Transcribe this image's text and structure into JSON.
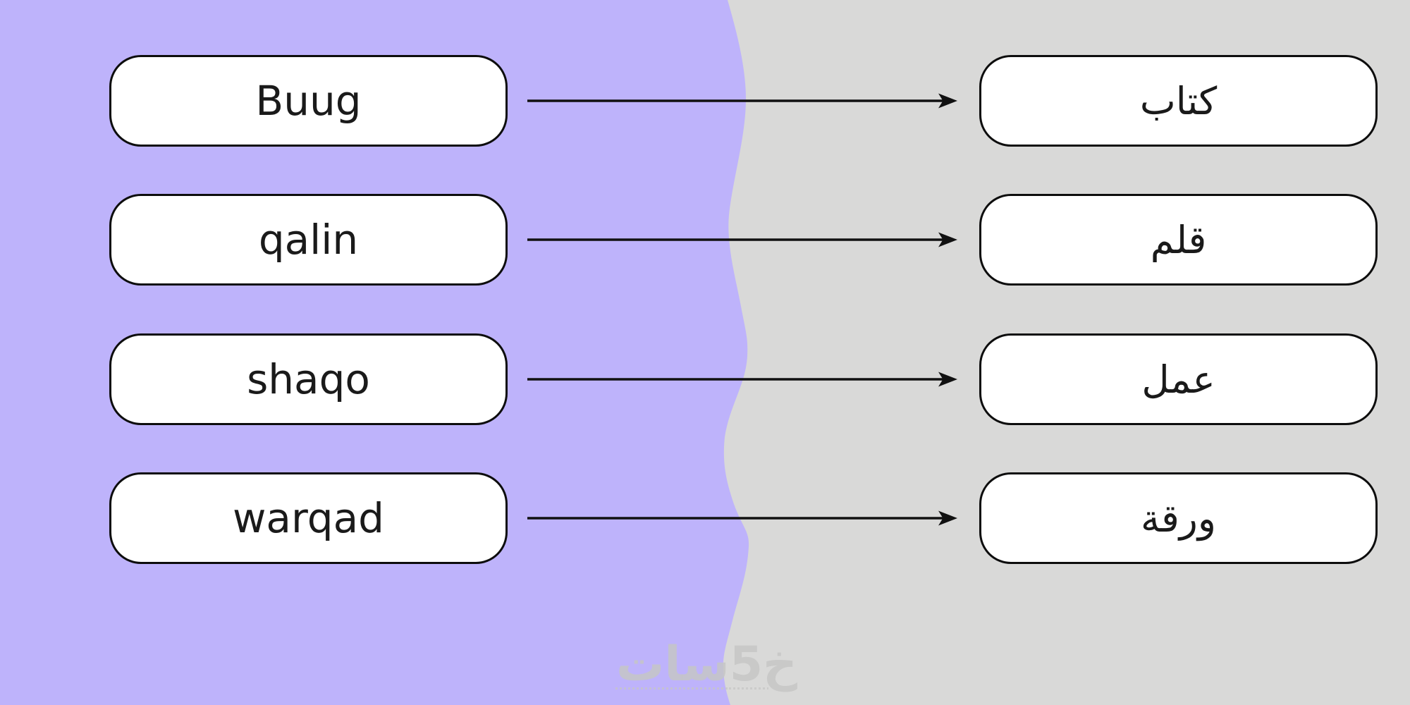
{
  "exercise": {
    "type": "vocabulary-matching",
    "pairs": [
      {
        "left": "Buug",
        "right": "كتاب"
      },
      {
        "left": "qalin",
        "right": "قلم"
      },
      {
        "left": "shaqo",
        "right": "عمل"
      },
      {
        "left": "warqad",
        "right": "ورقة"
      }
    ]
  },
  "watermark": {
    "text": "خ5سات"
  },
  "colors": {
    "left_panel": "#beb3fb",
    "right_panel": "#d9d9d8",
    "arrow": "#111111",
    "box_border": "#0d0d0d",
    "box_fill": "#ffffff"
  }
}
